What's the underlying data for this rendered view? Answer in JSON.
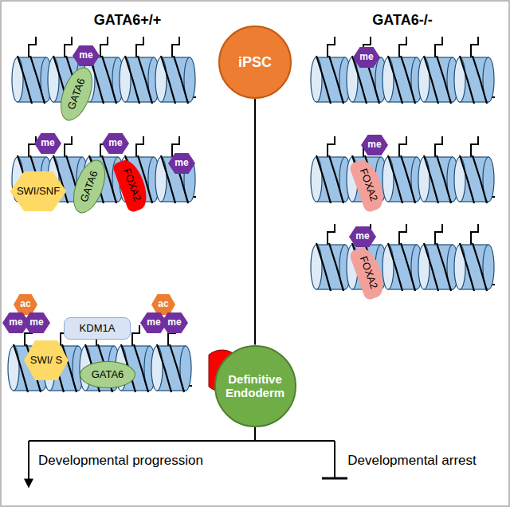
{
  "diagram": {
    "nodes": [
      {
        "text": [
          "iPSC"
        ]
      },
      {
        "text": [
          "Definitive Endoderm"
        ]
      }
    ],
    "edges": [
      {
        "from": 0,
        "to": 1,
        "arrow": "none"
      }
    ],
    "labels": [
      "GATA6+/+",
      "GATA6-/-",
      "me",
      "GATA6",
      "me",
      "me",
      "me",
      "SWI/SNF",
      "GATA6",
      "FOXA2",
      "ac",
      "me",
      "me",
      "ac",
      "me",
      "me",
      "KDM1A",
      "SWI/ S",
      "GATA6",
      "me",
      "me",
      "FOXA2",
      "me",
      "FOXA2",
      "Developmental progression",
      "Developmental arrest"
    ]
  }
}
